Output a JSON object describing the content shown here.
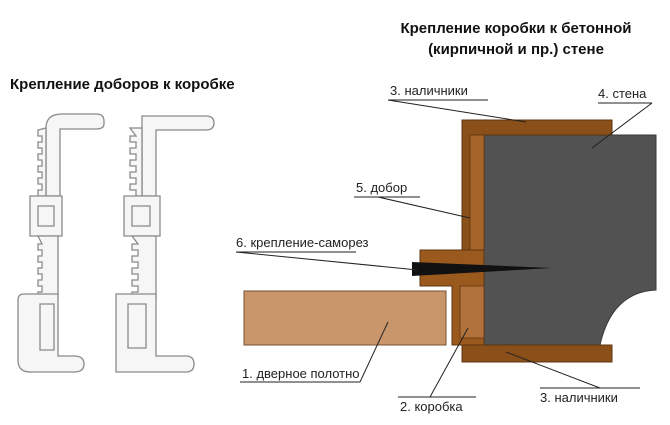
{
  "titles": {
    "left": "Крепление доборов к коробке",
    "right_line1": "Крепление коробки к бетонной",
    "right_line2": "(кирпичной и пр.) стене"
  },
  "labels": {
    "nalichniki_top": "3. наличники",
    "stena": "4. стена",
    "dobor": "5.  добор",
    "kreplenie": "6. крепление-саморез",
    "polotno": "1. дверное полотно",
    "korobka": "2. коробка",
    "nalichniki_bottom": "3. наличники"
  },
  "colors": {
    "wall": "#525252",
    "frame": "#9a5a1e",
    "trim": "#8b4f1a",
    "door_leaf": "#c8966a",
    "profile_fill": "#f6f6f6",
    "profile_stroke": "#8a8a8a",
    "screw": "#111111"
  }
}
